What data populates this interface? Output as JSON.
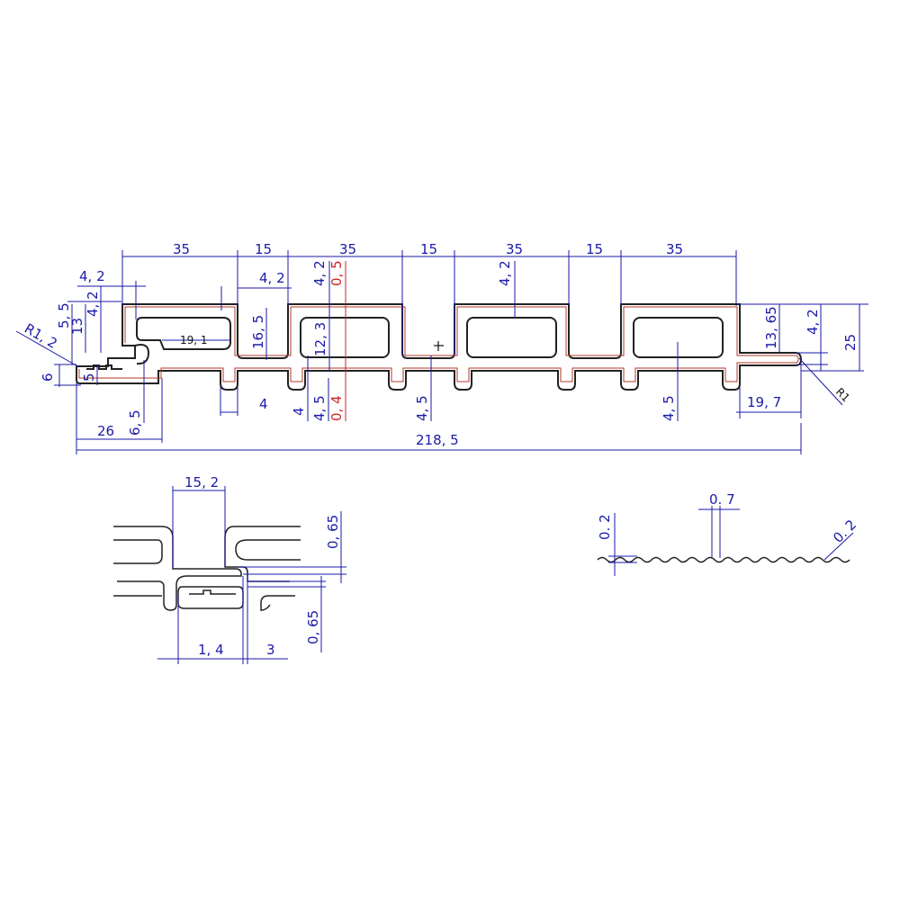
{
  "colors": {
    "dimension": "#1a1aa8",
    "highlight": "#d02020",
    "outline": "#222222",
    "inner_outline": "#b23a2a"
  },
  "main_view": {
    "top_widths": [
      "35",
      "15",
      "35",
      "15",
      "35",
      "15",
      "35"
    ],
    "dims": {
      "d_4_2_a": "4, 2",
      "d_4_2_b": "4, 2",
      "d_4_2_c": "4, 2",
      "d_4_2_d": "4, 2",
      "d_4_2_e": "4, 2",
      "d_4_2_f": "4, 2",
      "d_0_5": "0, 5",
      "d_5_5": "5, 5",
      "d_13": "13",
      "d_r1_2": "R1, 2",
      "d_6": "6",
      "d_5": "5",
      "d_19_1": "19, 1",
      "d_16_5": "16, 5",
      "d_12_3": "12, 3",
      "d_13_65": "13, 65",
      "d_25": "25",
      "d_4": "4",
      "d_4v": "4",
      "d_4_5_a": "4, 5",
      "d_0_4": "0, 4",
      "d_4_5_b": "4, 5",
      "d_4_5_c": "4, 5",
      "d_6_5": "6, 5",
      "d_26": "26",
      "d_19_7": "19, 7",
      "d_r1": "R1",
      "d_218_5": "218, 5"
    }
  },
  "detail_joint": {
    "d_15_2": "15, 2",
    "d_0_65_a": "0, 65",
    "d_0_65_b": "0, 65",
    "d_1_4": "1, 4",
    "d_3": "3"
  },
  "detail_texture": {
    "d_0_7": "0. 7",
    "d_0_2_a": "0. 2",
    "d_0_2_b": "0. 2"
  }
}
